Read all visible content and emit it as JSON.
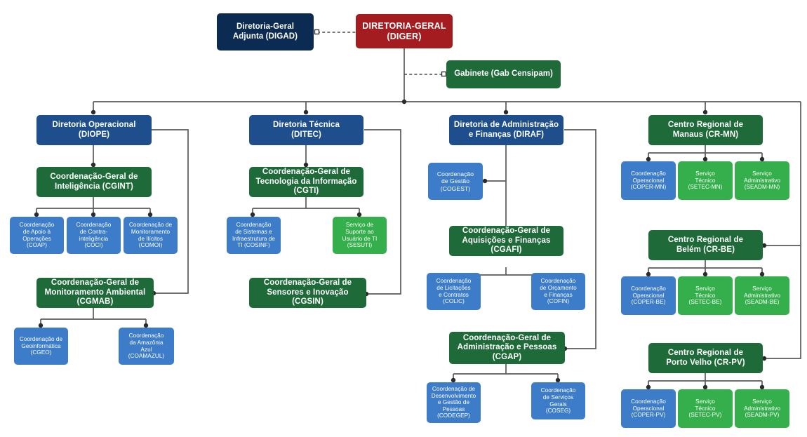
{
  "chart_meta": {
    "type": "org-chart",
    "title": "Organograma Censipam",
    "colors": {
      "red": "#A51C20",
      "navy": "#0C2B52",
      "dark_blue": "#1F4E8C",
      "light_blue": "#3C7CC9",
      "dark_green": "#1E6B39",
      "light_green": "#34AF4B",
      "connector": "#5A5A5A",
      "background": "#FFFFFF"
    }
  },
  "nodes": {
    "diger": {
      "label": "DIRETORIA-GERAL (DIGER)",
      "line1": "DIRETORIA-GERAL",
      "line2": "(DIGER)"
    },
    "digad": {
      "label": "Diretoria-Geral Adjunta (DIGAD)",
      "line1": "Diretoria-Geral",
      "line2": "Adjunta (DIGAD)"
    },
    "gabinete": {
      "label": "Gabinete (Gab Censipam)"
    },
    "diope": {
      "line1": "Diretoria Operacional",
      "line2": "(DIOPE)"
    },
    "cgint": {
      "line1": "Coordenação-Geral de",
      "line2": "Inteligência (CGINT)"
    },
    "coap": {
      "line1": "Coordenação",
      "line2": "de Apoio à",
      "line3": "Operações",
      "line4": "(COAP)"
    },
    "coci": {
      "line1": "Coordenação",
      "line2": "de Contra-",
      "line3": "inteligência",
      "line4": "(COCI)"
    },
    "comoi": {
      "line1": "Coordenação de",
      "line2": "Monitoramento",
      "line3": "de Ilícitos",
      "line4": "(COMOI)"
    },
    "cgmab": {
      "line1": "Coordenação-Geral de",
      "line2": "Monitoramento Ambiental",
      "line3": "(CGMAB)"
    },
    "cgeo": {
      "line1": "Coordenação de",
      "line2": "Geoinformática",
      "line3": "(CGEO)"
    },
    "coamazul": {
      "line1": "Coordenação",
      "line2": "da Amazônia",
      "line3": "Azul",
      "line4": "(COAMAZUL)"
    },
    "ditec": {
      "line1": "Diretoria Técnica",
      "line2": "(DITEC)"
    },
    "cgti": {
      "line1": "Coordenação-Geral de",
      "line2": "Tecnologia da Informação",
      "line3": "(CGTI)"
    },
    "cosinf": {
      "line1": "Coordenação",
      "line2": "de Sistemas e",
      "line3": "Infraestrutura de",
      "line4": "TI (COSINF)"
    },
    "sesuti": {
      "line1": "Serviço de",
      "line2": "Suporte ao",
      "line3": "Usuário de TI",
      "line4": "(SESUTI)"
    },
    "cgsin": {
      "line1": "Coordenação-Geral de",
      "line2": "Sensores e Inovação (CGSIN)"
    },
    "diraf": {
      "line1": "Diretoria de Administração",
      "line2": "e Finanças (DIRAF)"
    },
    "cogest": {
      "line1": "Coordenação",
      "line2": "de Gestão",
      "line3": "(COGEST)"
    },
    "cgafi": {
      "line1": "Coordenação-Geral de",
      "line2": "Aquisições e Finanças (CGAFI)"
    },
    "colic": {
      "line1": "Coordenação",
      "line2": "de Licitações",
      "line3": "e Contratos",
      "line4": "(COLIC)"
    },
    "cofin": {
      "line1": "Coordenação",
      "line2": "de Orçamento",
      "line3": "e Finanças",
      "line4": "(COFIN)"
    },
    "cgap": {
      "line1": "Coordenação-Geral de",
      "line2": "Administração e Pessoas",
      "line3": "(CGAP)"
    },
    "codegep": {
      "line1": "Coordenação de",
      "line2": "Desenvolvimento",
      "line3": "e Gestão de",
      "line4": "Pessoas",
      "line5": "(CODEGEP)"
    },
    "coseg": {
      "line1": "Coordenação",
      "line2": "de Serviços",
      "line3": "Gerais",
      "line4": "(COSEG)"
    },
    "crmn": {
      "line1": "Centro Regional de",
      "line2": "Manaus (CR-MN)"
    },
    "coper_mn": {
      "line1": "Coordenação",
      "line2": "Operacional",
      "line3": "(COPER-MN)"
    },
    "setec_mn": {
      "line1": "Serviço",
      "line2": "Técnico",
      "line3": "(SETEC-MN)"
    },
    "seadm_mn": {
      "line1": "Serviço",
      "line2": "Administrativo",
      "line3": "(SEADM-MN)"
    },
    "crbe": {
      "line1": "Centro Regional de",
      "line2": "Belém (CR-BE)"
    },
    "coper_be": {
      "line1": "Coordenação",
      "line2": "Operacional",
      "line3": "(COPER-BE)"
    },
    "setec_be": {
      "line1": "Serviço",
      "line2": "Técnico",
      "line3": "(SETEC-BE)"
    },
    "seadm_be": {
      "line1": "Serviço",
      "line2": "Administrativo",
      "line3": "(SEADM-BE)"
    },
    "crpv": {
      "line1": "Centro Regional de",
      "line2": "Porto Velho (CR-PV)"
    },
    "coper_pv": {
      "line1": "Coordenação",
      "line2": "Operacional",
      "line3": "(COPER-PV)"
    },
    "setec_pv": {
      "line1": "Serviço",
      "line2": "Técnico",
      "line3": "(SETEC-PV)"
    },
    "seadm_pv": {
      "line1": "Serviço",
      "line2": "Administrativo",
      "line3": "(SEADM-PV)"
    }
  }
}
